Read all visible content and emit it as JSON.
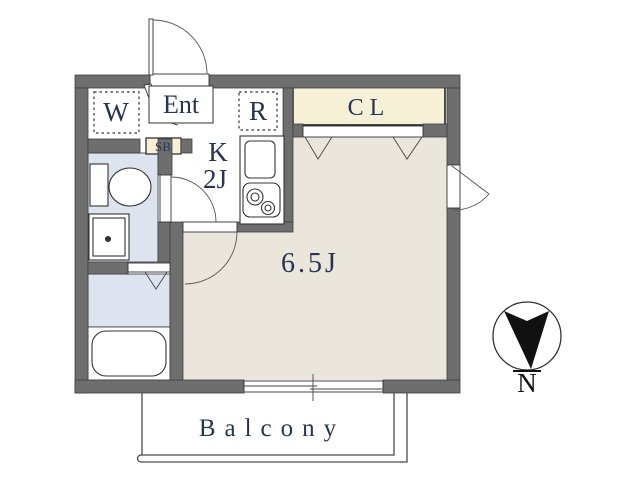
{
  "page": {
    "type": "apartment-floor-plan"
  },
  "labels": {
    "washer_space": "W",
    "entrance": "Ent",
    "refrigerator_space": "R",
    "closet": "CL",
    "shoe_box": "SB",
    "kitchen": "K",
    "kitchen_size": "2J",
    "main_room_size": "6.5J",
    "balcony": "Balcony",
    "north": "N"
  },
  "colors": {
    "wall": "#6e6e6e",
    "main_room_fill": "#eae6db",
    "closet_fill": "#f6f1d6",
    "wet_area_fill": "#dde4f0",
    "fixture_line": "#333333",
    "label_text": "#263553",
    "compass": "#111111"
  }
}
